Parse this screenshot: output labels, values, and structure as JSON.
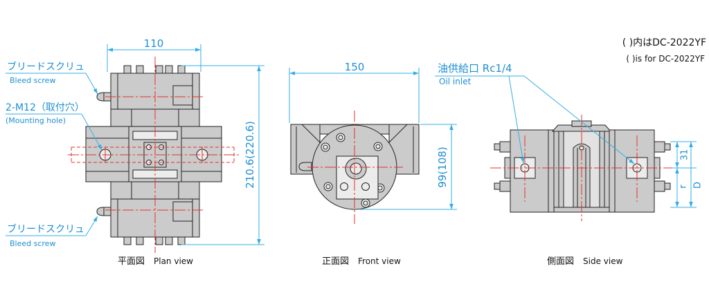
{
  "colors": {
    "label": "#1e8ed2",
    "dimension": "#33aee3",
    "centerline": "#e3302a",
    "body_fill": "#cbcbcb",
    "outline": "#222222"
  },
  "note": {
    "jp": "( )内はDC-2022YF",
    "en": "( )is for DC-2022YF"
  },
  "plan_view": {
    "width_dim": "110",
    "height_dim": "210.6(220.6)",
    "bleed_screw_top": {
      "jp": "ブリードスクリュ",
      "en": "Bleed screw"
    },
    "mounting_hole": {
      "jp": "2-M12（取付穴）",
      "en": "(Mounting hole)"
    },
    "bleed_screw_bottom": {
      "jp": "ブリードスクリュ",
      "en": "Bleed screw"
    },
    "caption": {
      "jp": "平面図",
      "en": "Plan view"
    }
  },
  "front_view": {
    "width_dim": "150",
    "height_dim": "99(108)",
    "caption": {
      "jp": "正面図",
      "en": "Front view"
    }
  },
  "side_view": {
    "oil_inlet": {
      "jp": "油供給口 Rc1/4",
      "en": "Oil inlet"
    },
    "dim_31": "31",
    "dim_r": "r",
    "dim_D": "D",
    "caption": {
      "jp": "側面図",
      "en": "Side view"
    }
  }
}
